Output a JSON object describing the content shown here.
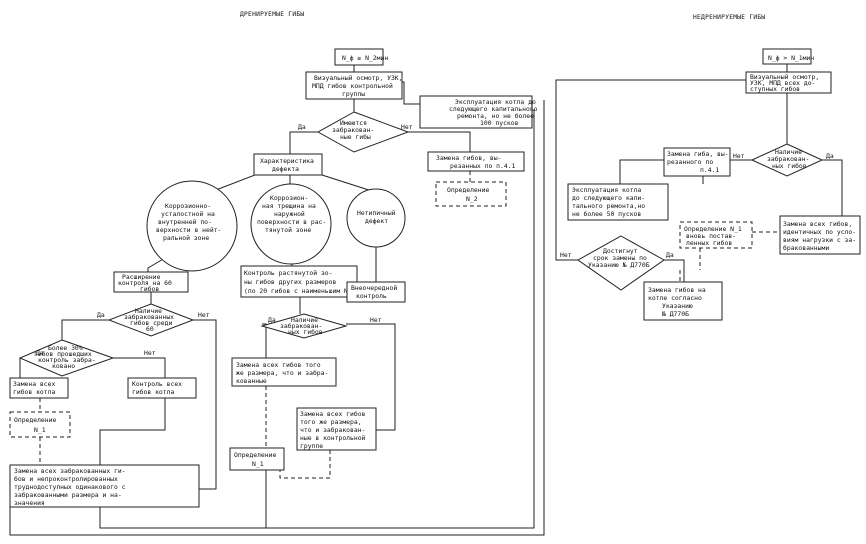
{
  "headers": {
    "left": "ДРЕНИРУЕМЫЕ ГИБЫ",
    "right": "НЕДРЕНИРУЕМЫЕ ГИБЫ"
  },
  "blocks": {
    "start_left": "N_ф ≥ N_2мин",
    "visual_left": [
      "Визуальный осмотр, УЗК,",
      "МПД гибов контрольной",
      "группы"
    ],
    "decision_defects": [
      "Имеются",
      "забракован-",
      "ные гибы"
    ],
    "label_yes": "Да",
    "label_no": "Нет",
    "operation_boiler": [
      "Эксплуатация котла до",
      "следующего капитального",
      "ремонта, но не более",
      "100 пусков"
    ],
    "replace_cut": [
      "Замена гибов, вы-",
      "резанных по п.4.1"
    ],
    "define_n2": [
      "Определение",
      "N_2"
    ],
    "defect_char": [
      "Характеристика",
      "дефекта"
    ],
    "circle_corrosion_fatigue": [
      "Коррозионно-",
      "усталостной на",
      "внутренней по-",
      "верхности в нейт-",
      "ральной зоне"
    ],
    "circle_corrosion_crack": [
      "Коррозион-",
      "ная трещина на",
      "наружной",
      "поверхности в рас-",
      "тянутой зоне"
    ],
    "circle_atypical": [
      "Нетипичный",
      "дефект"
    ],
    "extend_control": [
      "Расширение",
      "контроля на 60",
      "гибов"
    ],
    "decision_60": [
      "Наличие",
      "забракованных",
      "гибов среди",
      "60"
    ],
    "decision_30": [
      "Более 30%",
      "гибов прошедших",
      "контроль забра-",
      "ковано"
    ],
    "replace_all_boiler": [
      "Замена всех",
      "гибов котла"
    ],
    "control_all_boiler": [
      "Контроль всех",
      "гибов котла"
    ],
    "define_n1_left": [
      "Определение",
      "N_1"
    ],
    "replace_bottom": [
      "Замена всех забракованных ги-",
      "бов и непроконтролированных",
      "труднодоступных одинакового с",
      "забракованными размера и на-",
      "значения"
    ],
    "control_stretched": [
      "Контроль растянутой зо-",
      "ны гибов других размеров",
      "(по 20 гибов с наименьшим N_2 )"
    ],
    "decision_stretched": [
      "Наличие",
      "забракован-",
      "ных гибов"
    ],
    "replace_same_size": [
      "Замена всех гибов того",
      "же размера, что и забра-",
      "кованные"
    ],
    "replace_same_size_group": [
      "Замена всех гибов",
      "того же размера,",
      "что и забракован-",
      "ные в контрольной",
      "группе"
    ],
    "define_n1_mid": [
      "Определение",
      "N_1"
    ],
    "extra_control": [
      "Внеочередной",
      "контроль"
    ],
    "start_right": "N_ф > N_1мин",
    "visual_right": [
      "Визуальный осмотр,",
      "УЗК, МПД всех до-",
      "ступных гибов"
    ],
    "decision_right": [
      "Наличие",
      "забракован-",
      "ных гибов"
    ],
    "replace_cut_right": [
      "Замена гиба, вы-",
      "резанного по",
      "п.4.1"
    ],
    "replace_all_right": [
      "Замена всех гибов,",
      "идентичных по усло-",
      "виям нагрузки с за-",
      "бракованными"
    ],
    "operation_right": [
      "Эксплуатация котла",
      "до следующего капи-",
      "тального ремонта,но",
      "не более 50 пусков"
    ],
    "define_n1_right": [
      "Определение N_1",
      "вновь постав-",
      "ленных гибов"
    ],
    "decision_term": [
      "Достигнут",
      "срок замены по",
      "Указанию № Д770Б"
    ],
    "replace_by_order": [
      "Замена гибов на",
      "котле согласно",
      "Указанию",
      "№ Д770Б"
    ]
  }
}
